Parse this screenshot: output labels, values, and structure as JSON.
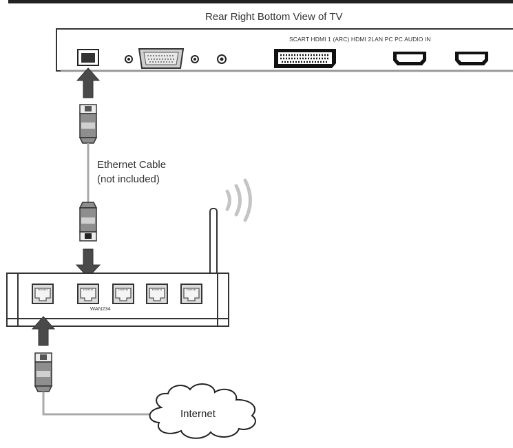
{
  "diagram": {
    "tv_title": "Rear Right Bottom View of TV",
    "port_labels": "SCART HDMI 1 (ARC) HDMI 2LAN PC PC AUDIO IN",
    "cable_label_line1": "Ethernet Cable",
    "cable_label_line2": "(not included)",
    "router_port_labels": "WAN234",
    "cloud_label": "Internet"
  },
  "colors": {
    "line": "#333333",
    "arrow": "#4a4a4a",
    "connector": "#9a9a9a",
    "cable": "#aaaaaa"
  },
  "icons": [
    "ethernet-port-icon",
    "vga-port-icon",
    "scart-port-icon",
    "hdmi-port-icon",
    "rj45-plug-icon",
    "arrow-icon",
    "antenna-icon",
    "wifi-signal-icon",
    "cloud-icon"
  ]
}
